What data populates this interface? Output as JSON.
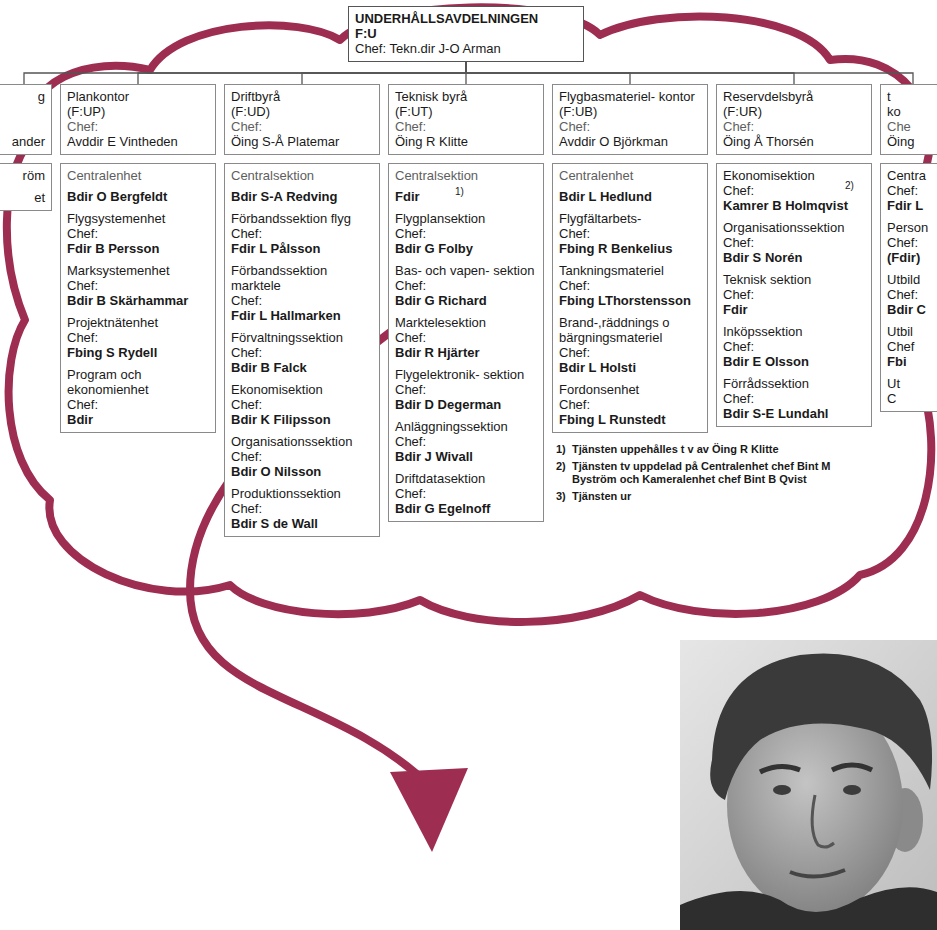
{
  "diagram": {
    "nodes": [
      {
        "text": [
          "UNDERHÅLLSAVDELNINGEN",
          "F:U",
          "Chef: Tekn.dir J-O Arman"
        ]
      },
      {
        "text": [
          "g",
          "ander"
        ]
      },
      {
        "text": [
          "Plankontor",
          "(F:UP)",
          "Chef:",
          "Avddir E Vintheden"
        ]
      },
      {
        "text": [
          "Driftbyrå",
          "(F:UD)",
          "Chef:",
          "Öing S-Å Platemar"
        ]
      },
      {
        "text": [
          "Teknisk byrå",
          "(F:UT)",
          "Chef:",
          "Öing R Klitte"
        ]
      },
      {
        "text": [
          "Flygbasmateriel- kontor (F:UB)",
          "Chef:",
          "Avddir O Björkman"
        ]
      },
      {
        "text": [
          "Reservdelsbyrå",
          "(F:UR)",
          "Chef:",
          "Öing Å Thorsén"
        ]
      },
      {
        "text": [
          "t",
          "ko",
          "Che",
          "Öing"
        ]
      },
      {
        "text": [
          "röm",
          "et"
        ]
      },
      {
        "text": [
          "Centralenhet",
          "Bdir O Bergfeldt",
          "Flygsystemenhet",
          "Chef:",
          "Fdir B Persson",
          "Marksystemenhet",
          "Chef:",
          "Bdir B Skärhammar",
          "Projektnätenhet",
          "Chef:",
          "Fbing S Rydell",
          "Program och ekonomienhet",
          "Chef:",
          "Bdir"
        ]
      },
      {
        "text": [
          "Centralsektion",
          "Bdir S-A Redving",
          "Förbandssektion flyg",
          "Chef:",
          "Fdir L Pålsson",
          "Förbandssektion marktele",
          "Chef:",
          "Fdir L Hallmarken",
          "Förvaltningssektion",
          "Chef:",
          "Bdir B Falck",
          "Ekonomisektion",
          "Chef:",
          "Bdir K Filipsson",
          "Organisationssektion",
          "Chef:",
          "Bdir O Nilsson",
          "Produktionssektion",
          "Chef:",
          "Bdir S de Wall"
        ]
      },
      {
        "text": [
          "Centralsektion",
          "Fdir",
          "1)",
          "Flygplansektion",
          "Chef:",
          "Bdir G Folby",
          "Bas- och vapen- sektion",
          "Chef:",
          "Bdir G Richard",
          "Marktelesektion",
          "Chef:",
          "Bdir R Hjärter",
          "Flygelektronik- sektion",
          "Chef:",
          "Bdir D Degerman",
          "Anläggningssektion",
          "Chef:",
          "Bdir J Wivall",
          "Driftdatasektion",
          "Chef:",
          "Bdir G Egelnoff"
        ]
      },
      {
        "text": [
          "Centralenhet",
          "Bdir L Hedlund",
          "Flygfältarbets-",
          "Chef:",
          "Fbing R Benkelius",
          "Tankningsmateriel",
          "Chef:",
          "Fbing LThorstensson",
          "Brand-,räddnings o bärgningsmateriel",
          "Chef:",
          "Bdir L Holsti",
          "Fordonsenhet",
          "Chef:",
          "Fbing L Runstedt"
        ]
      },
      {
        "text": [
          "Ekonomisektion",
          "Chef:",
          "2)",
          "Kamrer B Holmqvist",
          "Organisationssektion",
          "Chef:",
          "Bdir S Norén",
          "Teknisk sektion",
          "Chef:",
          "Fdir",
          "Inköpssektion",
          "Chef:",
          "Bdir E Olsson",
          "Förrådssektion",
          "Chef:",
          "Bdir S-E Lundahl"
        ]
      },
      {
        "text": [
          "Centra",
          "Chef:",
          "Fdir L",
          "Person",
          "Chef:",
          "(Fdir)",
          "Utbild",
          "Chef:",
          "Bdir C",
          "Utbil",
          "Chef",
          "Fbi",
          "Ut",
          "C"
        ]
      }
    ],
    "edges": [
      {
        "from": 0,
        "to": 1,
        "arrow": "none"
      },
      {
        "from": 0,
        "to": 2,
        "arrow": "none"
      },
      {
        "from": 0,
        "to": 3,
        "arrow": "none"
      },
      {
        "from": 0,
        "to": 4,
        "arrow": "none"
      },
      {
        "from": 0,
        "to": 5,
        "arrow": "none"
      },
      {
        "from": 0,
        "to": 6,
        "arrow": "none"
      },
      {
        "from": 0,
        "to": 7,
        "arrow": "none"
      }
    ],
    "labels": [
      "1)",
      "Tjänsten uppehålles t v av Öing R Klitte",
      "2)",
      "Tjänsten tv uppdelad på Centralenhet chef Bint M Byström och Kameralenhet chef Bint B Qvist",
      "3)",
      "Tjänsten ur"
    ]
  }
}
